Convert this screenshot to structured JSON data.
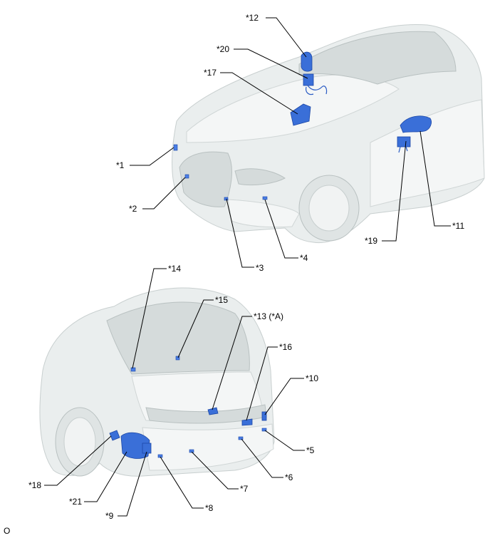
{
  "labels": {
    "l1": "*1",
    "l2": "*2",
    "l3": "*3",
    "l4": "*4",
    "l5": "*5",
    "l6": "*6",
    "l7": "*7",
    "l8": "*8",
    "l9": "*9",
    "l10": "*10",
    "l11": "*11",
    "l12": "*12",
    "l13": "*13 (*A)",
    "l14": "*14",
    "l15": "*15",
    "l16": "*16",
    "l17": "*17",
    "l18": "*18",
    "l19": "*19",
    "l20": "*20",
    "l21": "*21"
  },
  "corner_mark": "O",
  "colors": {
    "part": "#3a6fd8",
    "body": "#eaeeee"
  }
}
